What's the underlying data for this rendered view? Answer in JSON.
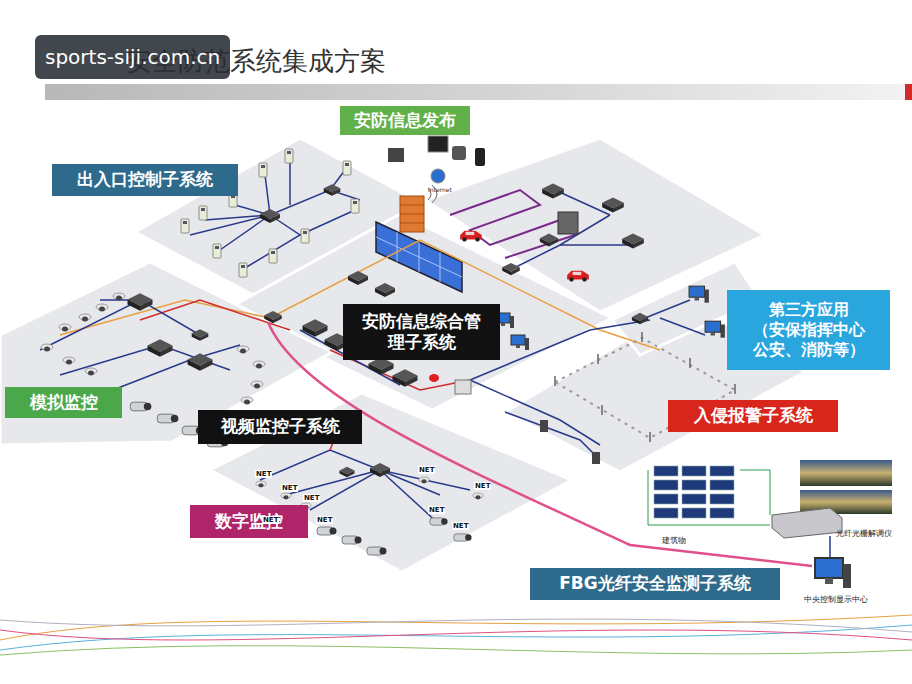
{
  "diagram": {
    "title": "安全防范系统集成方案",
    "nodes": [
      {
        "text": [
          "安防信息发布"
        ]
      },
      {
        "text": [
          "出入口控制子系统"
        ]
      },
      {
        "text": [
          "安防信息综合管理子系统"
        ]
      },
      {
        "text": [
          "第三方应用 （安保指挥中心 公安、消防等）"
        ]
      },
      {
        "text": [
          "模拟监控"
        ]
      },
      {
        "text": [
          "视频监控子系统"
        ]
      },
      {
        "text": [
          "入侵报警子系统"
        ]
      },
      {
        "text": [
          "数字监控"
        ]
      },
      {
        "text": [
          "FBG光纤安全监测子系统"
        ]
      }
    ],
    "labels": [
      "sports-siji.com.cn",
      "Internet",
      "建筑物",
      "光纤光栅解调仪",
      "中央控制显示中心",
      "NET",
      "NET",
      "NET",
      "NET",
      "NET",
      "NET",
      "NET",
      "NET",
      "NET"
    ]
  }
}
